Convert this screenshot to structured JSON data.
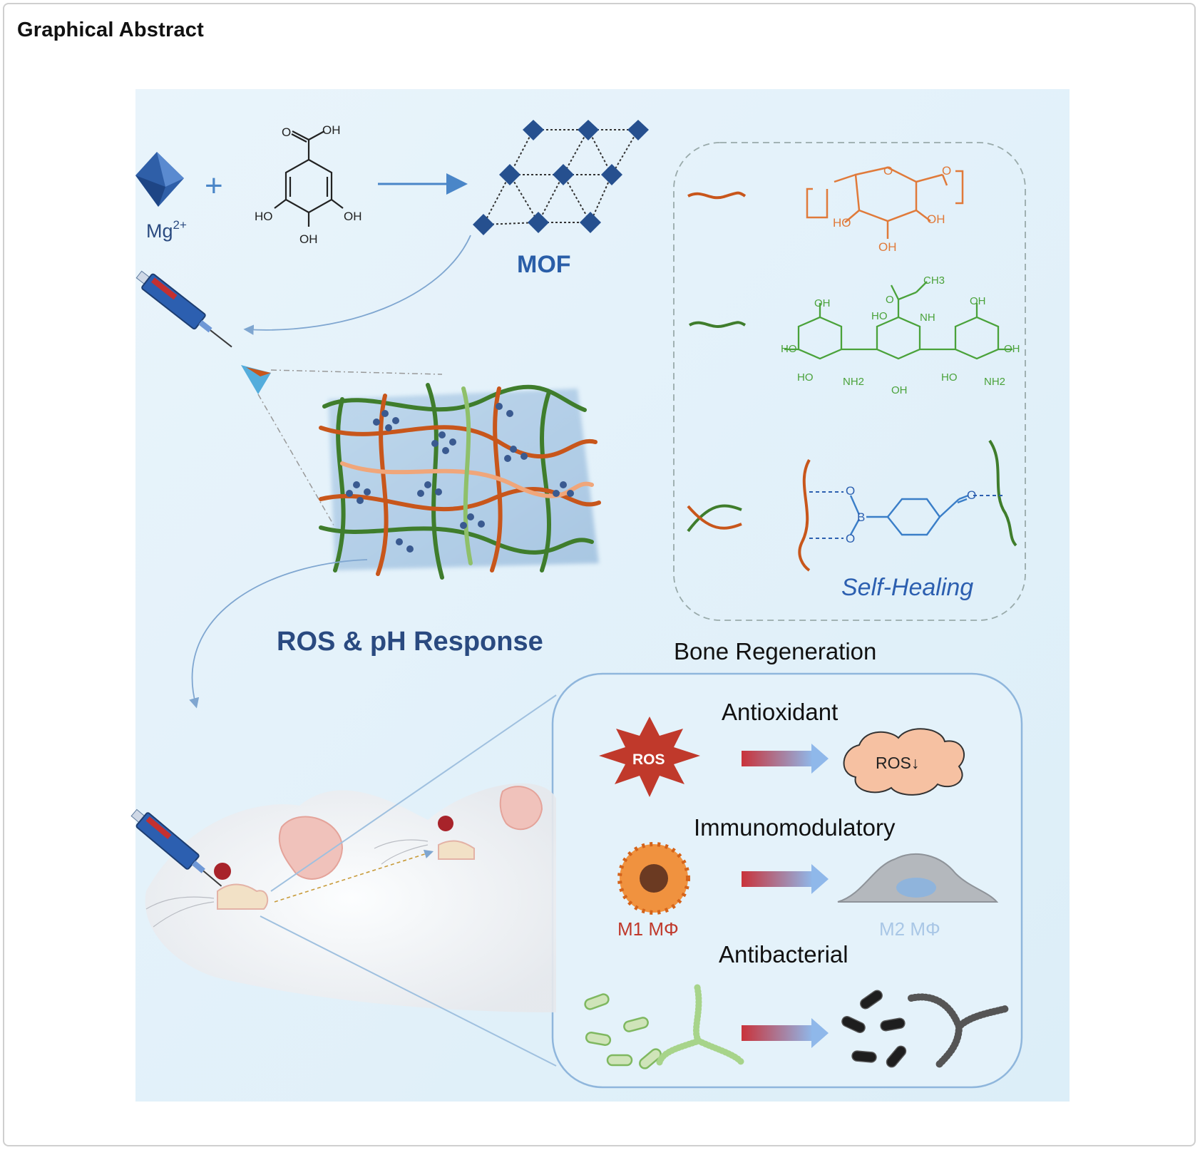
{
  "title": "Graphical Abstract",
  "synthesis": {
    "metal_ion_base": "Mg",
    "metal_ion_sup": "2+",
    "plus": "+",
    "acid_labels": {
      "o": "O",
      "oh_top": "OH",
      "ho_left": "HO",
      "oh_right": "OH",
      "oh_bottom": "OH"
    },
    "product": "MOF"
  },
  "legend": {
    "polymer1_labels": {
      "ho_left": "HO",
      "oh_right": "OH",
      "oh_bottom": "OH",
      "o": "O"
    },
    "polymer2_labels": {
      "ch3": "CH3",
      "o": "O",
      "nh": "NH",
      "ho": "HO",
      "oh": "OH",
      "nh2": "NH2"
    },
    "crosslink_labels": {
      "o": "O",
      "b": "B"
    },
    "self_healing": "Self-Healing"
  },
  "hydrogel_label": "ROS & pH Response",
  "outcome_title": "Bone Regeneration",
  "effects": [
    {
      "heading": "Antioxidant",
      "before": "ROS",
      "after": "ROS↓"
    },
    {
      "heading": "Immunomodulatory",
      "before": "M1 MΦ",
      "after": "M2 MΦ"
    },
    {
      "heading": "Antibacterial"
    }
  ],
  "colors": {
    "orange_polymer": "#c8561b",
    "green_polymer": "#3f7d2c",
    "blue_text": "#2a4a80",
    "arrow_blue": "#4a86c8",
    "ros_red": "#c0392b",
    "panel_bg": "#e4f2fa"
  }
}
